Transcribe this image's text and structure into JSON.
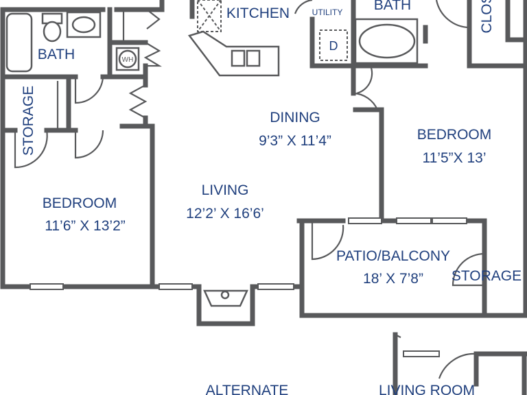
{
  "rooms": {
    "kitchen": {
      "name": "KITCHEN"
    },
    "utility": {
      "name": "UTILITY",
      "dryer": "D"
    },
    "bath_right": {
      "name": "BATH"
    },
    "closet": {
      "name": "CLOS"
    },
    "bath_left": {
      "name": "BATH"
    },
    "water_heater": {
      "name": "WH"
    },
    "storage_left": {
      "name": "STORAGE"
    },
    "dining": {
      "name": "DINING",
      "size": "9’3” X 11’4”"
    },
    "living": {
      "name": "LIVING",
      "size": "12’2’ X 16’6’"
    },
    "bedroom_left": {
      "name": "BEDROOM",
      "size": "11’6” X 13’2”"
    },
    "bedroom_right": {
      "name": "BEDROOM",
      "size": "11’5”X 13’"
    },
    "patio": {
      "name": "PATIO/BALCONY",
      "size": "18’ X 7’8”"
    },
    "storage_right": {
      "name": "STORAGE"
    }
  },
  "bottom_labels": {
    "alternate": "ALTERNATE",
    "living_room": "LIVING ROOM"
  }
}
